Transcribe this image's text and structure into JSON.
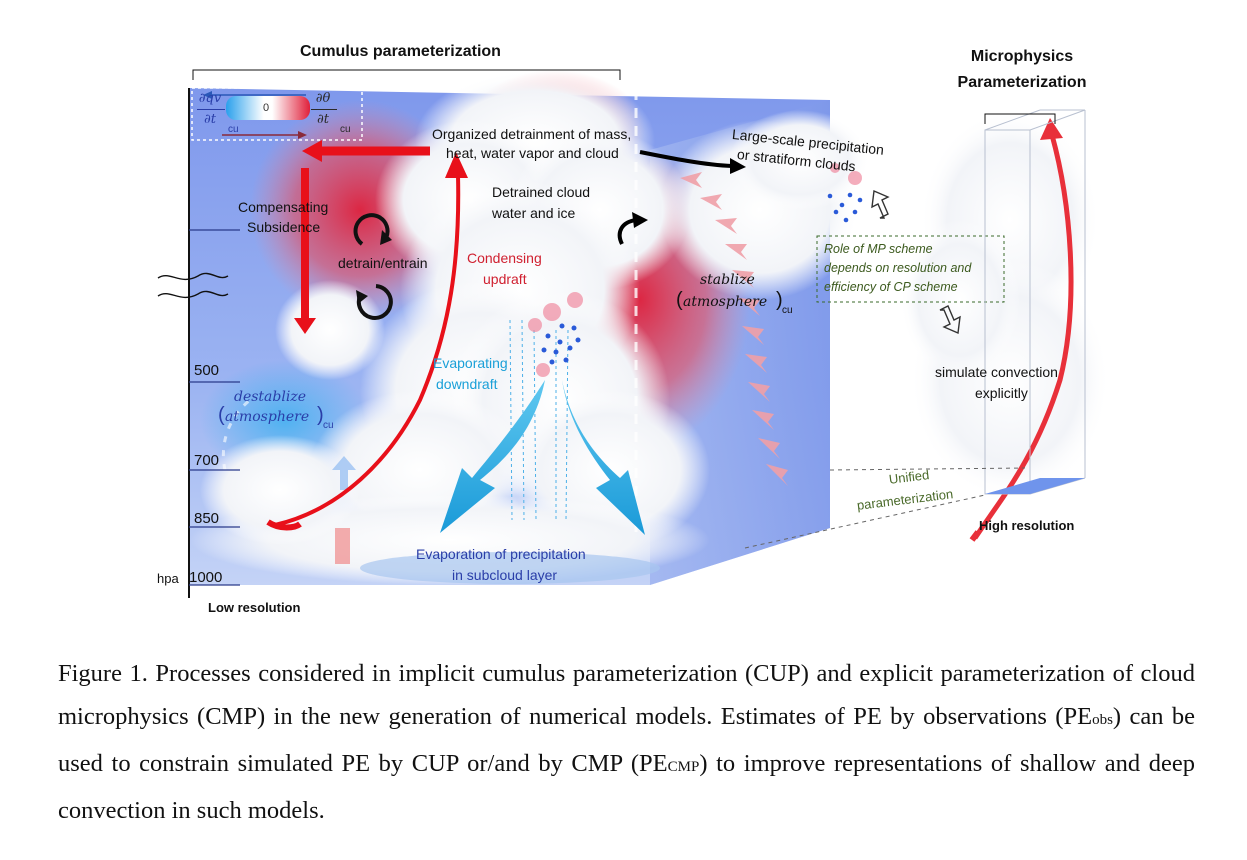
{
  "header": {
    "cumulus_title": "Cumulus  parameterization",
    "micro_title_1": "Microphysics",
    "micro_title_2": "Parameterization"
  },
  "tendency": {
    "dqv_num": "∂qv",
    "dqv_den": "∂t",
    "dtheta_num": "∂θ",
    "dtheta_den": "∂t",
    "sub": "cu",
    "zero": "0"
  },
  "labels": {
    "organized_1": "Organized detrainment  of mass,",
    "organized_2": "heat, water vapor and cloud",
    "large_scale_1": "Large-scale precipitation",
    "large_scale_2": "or stratiform clouds",
    "compensating_1": "Compensating",
    "compensating_2": "Subsidence",
    "detrained_1": "Detrained cloud",
    "detrained_2": "water and  ice",
    "detrain_entrain": "detrain/entrain",
    "condensing_1": "Condensing",
    "condensing_2": "updraft",
    "evaporating_1": "Evaporating",
    "evaporating_2": "downdraft",
    "stablize_1": "stablize",
    "stablize_2": "atmosphere",
    "destablize_1": "destablize",
    "destablize_2": "atmosphere",
    "cu": "cu",
    "role_1": "Role of MP scheme",
    "role_2": "depends on resolution and",
    "role_3": "efficiency of CP scheme",
    "simulate_1": "simulate convection",
    "simulate_2": "explicitly",
    "unified_1": "Unified",
    "unified_2": "parameterization",
    "evap_precip_1": "Evaporation of precipitation",
    "evap_precip_2": "in subcloud layer",
    "high_res": "High resolution",
    "low_res": "Low resolution"
  },
  "axis": {
    "ticks": [
      "500",
      "700",
      "850",
      "1000"
    ],
    "unit": "hpa"
  },
  "caption": {
    "lead": "Figure 1. Processes considered in implicit cumulus parameterization (CUP) and explicit parameterization of cloud microphysics (CMP) in the new generation of numerical models. Estimates of PE by observations (PE",
    "obs_sub": "obs",
    "mid": ") can be used to constrain simulated PE by CUP or/and by CMP (PE",
    "cmp_sub": "CMP",
    "tail": ") to improve representations of shallow and deep convection in such models."
  },
  "colors": {
    "background_blue": "#8fa8ee",
    "warm_red": "#e0203a",
    "arrow_red": "#e8101a",
    "downdraft_cyan": "#29a8e0",
    "role_text": "#3c5a1e",
    "condensing_text": "#d02030",
    "evaporating_text": "#1aa0d8",
    "dark_blue_text": "#2a3ea8"
  }
}
